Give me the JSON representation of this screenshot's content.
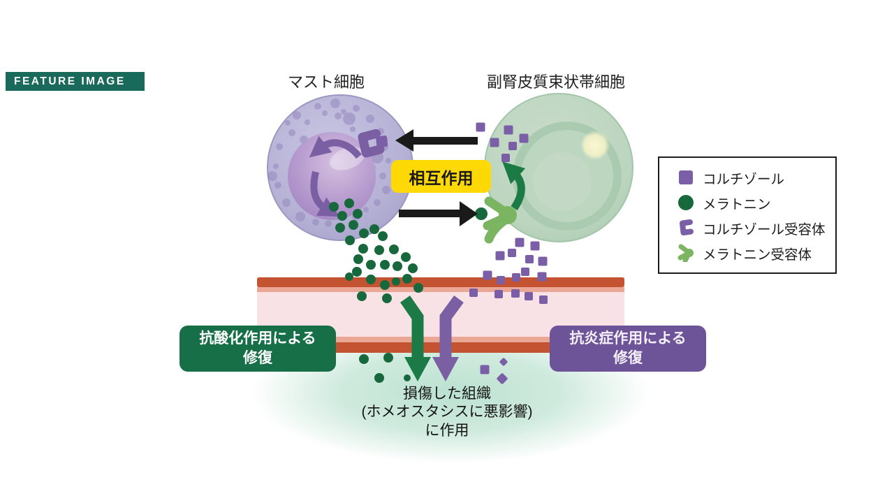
{
  "badge": {
    "label": "FEATURE IMAGE"
  },
  "cells": {
    "mast": {
      "label": "マスト細胞"
    },
    "adrenal": {
      "label": "副腎皮質束状帯細胞"
    }
  },
  "interaction": {
    "label": "相互作用"
  },
  "repair_boxes": {
    "antioxidant": {
      "line1": "抗酸化作用による",
      "line2": "修復"
    },
    "anti_inflammatory": {
      "line1": "抗炎症作用による",
      "line2": "修復"
    }
  },
  "bottom_note": {
    "line1": "損傷した組織",
    "line2": "(ホメオスタシスに悪影響)",
    "line3": "に作用"
  },
  "legend": {
    "items": [
      {
        "icon": "cortisol-square-icon",
        "label": "コルチゾール"
      },
      {
        "icon": "melatonin-circle-icon",
        "label": "メラトニン"
      },
      {
        "icon": "cortisol-receptor-icon",
        "label": "コルチゾール受容体"
      },
      {
        "icon": "melatonin-receptor-icon",
        "label": "メラトニン受容体"
      }
    ]
  },
  "colors": {
    "badge_teal": "#1a6a5b",
    "interaction_yellow": "#ffd905",
    "antioxidant_green": "#166f46",
    "anti_inflammatory_purple": "#6d5499",
    "vessel_wall": "#c35331",
    "vessel_inner_edge": "#eba795",
    "vessel_lumen": "#f9e2e6",
    "mast_cell_body": "#b5b1d5",
    "mast_cell_nucleus": "#a88dc5",
    "adrenal_cell_body": "#bcd5bf",
    "cortisol": "#7b5fa6",
    "melatonin": "#17693d",
    "cortisol_receptor": "#7a5fa3",
    "melatonin_receptor": "#7cb561",
    "arrow_black": "#1a1a1a",
    "glow_mint": "#bce1d0"
  },
  "molecules": {
    "melatonin_dots": [
      [
        478,
        296,
        7
      ],
      [
        500,
        291,
        7
      ],
      [
        490,
        309,
        7
      ],
      [
        512,
        306,
        7
      ],
      [
        487,
        326,
        7
      ],
      [
        506,
        322,
        7
      ],
      [
        521,
        334,
        7
      ],
      [
        536,
        328,
        7
      ],
      [
        501,
        344,
        7
      ],
      [
        548,
        338,
        7
      ],
      [
        520,
        356,
        7
      ],
      [
        543,
        358,
        7
      ],
      [
        564,
        357,
        7
      ],
      [
        513,
        371,
        7
      ],
      [
        531,
        379,
        7
      ],
      [
        551,
        379,
        7
      ],
      [
        569,
        381,
        7
      ],
      [
        581,
        368,
        7
      ],
      [
        511,
        389,
        7
      ],
      [
        591,
        384,
        7
      ],
      [
        531,
        400,
        7
      ],
      [
        551,
        408,
        7
      ],
      [
        583,
        399,
        7
      ],
      [
        500,
        396,
        6
      ],
      [
        567,
        403,
        6
      ],
      [
        599,
        412,
        7
      ],
      [
        518,
        424,
        7
      ],
      [
        554,
        427,
        7
      ],
      [
        521,
        514,
        7
      ],
      [
        556,
        512,
        7
      ],
      [
        543,
        541,
        7
      ],
      [
        583,
        541,
        5
      ]
    ],
    "cortisol_squares": [
      [
        688,
        182,
        13,
        0
      ],
      [
        728,
        186,
        13,
        0
      ],
      [
        708,
        204,
        13,
        0
      ],
      [
        750,
        198,
        13,
        0
      ],
      [
        734,
        209,
        12,
        0
      ],
      [
        724,
        226,
        12,
        0
      ],
      [
        744,
        347,
        13,
        0
      ],
      [
        766,
        352,
        13,
        0
      ],
      [
        716,
        366,
        13,
        0
      ],
      [
        733,
        362,
        12,
        0
      ],
      [
        758,
        371,
        12,
        0
      ],
      [
        777,
        374,
        13,
        0
      ],
      [
        698,
        394,
        13,
        0
      ],
      [
        717,
        401,
        12,
        0
      ],
      [
        739,
        397,
        12,
        0
      ],
      [
        752,
        389,
        12,
        0
      ],
      [
        776,
        396,
        13,
        0
      ],
      [
        678,
        419,
        12,
        0
      ],
      [
        714,
        421,
        12,
        0
      ],
      [
        738,
        420,
        12,
        0
      ],
      [
        757,
        424,
        12,
        0
      ],
      [
        778,
        429,
        12,
        0
      ],
      [
        694,
        529,
        13,
        0
      ],
      [
        719,
        542,
        12,
        45
      ],
      [
        721,
        518,
        9,
        45
      ]
    ]
  }
}
